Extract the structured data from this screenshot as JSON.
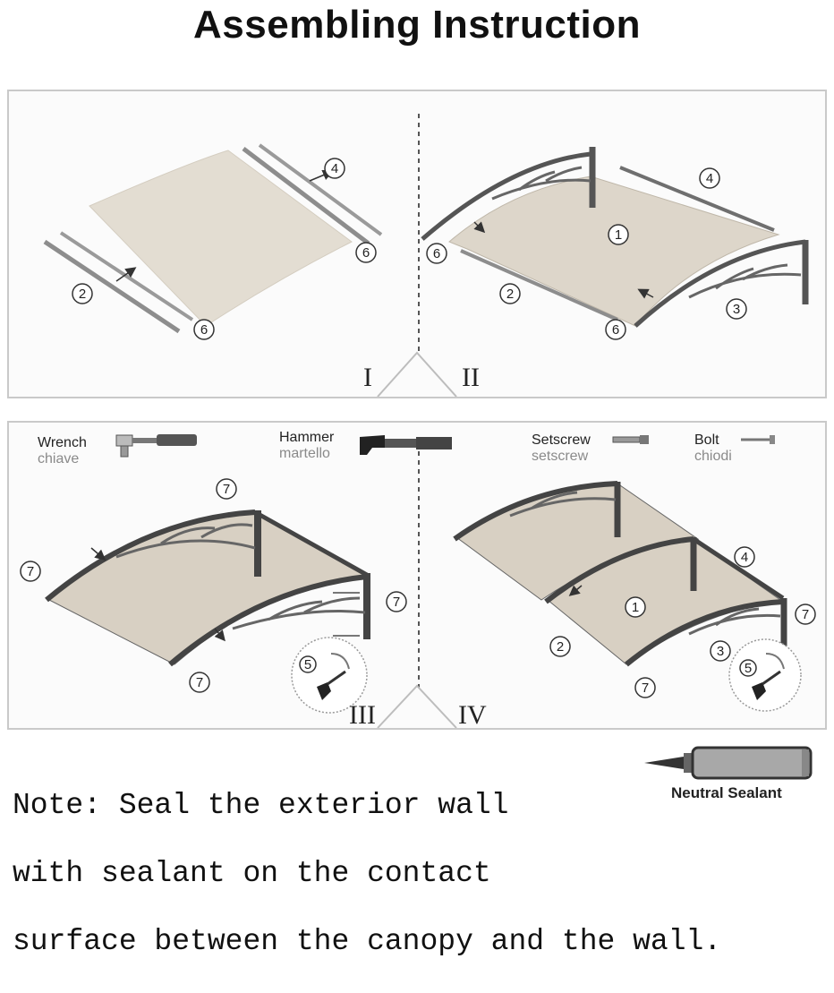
{
  "title": "Assembling Instruction",
  "steps": {
    "one": "I",
    "two": "II",
    "three": "III",
    "four": "IV"
  },
  "callouts": {
    "c1": "1",
    "c2": "2",
    "c3": "3",
    "c4": "4",
    "c5": "5",
    "c6": "6",
    "c7": "7"
  },
  "tools": {
    "wrench": {
      "name": "Wrench",
      "sub": "chiave"
    },
    "hammer": {
      "name": "Hammer",
      "sub": "martello"
    },
    "setscrew": {
      "name": "Setscrew",
      "sub": "setscrew"
    },
    "bolt": {
      "name": "Bolt",
      "sub": "chiodi"
    }
  },
  "note_lines": [
    "Note: Seal the exterior wall",
    "with sealant on the contact",
    "surface between the canopy and the wall."
  ],
  "sealant_label": "Neutral Sealant",
  "colors": {
    "sheet": "#e3ddd2",
    "frame": "#4a4a4a",
    "rail": "#8d8d8d",
    "panel_border": "#c9c9c9"
  }
}
